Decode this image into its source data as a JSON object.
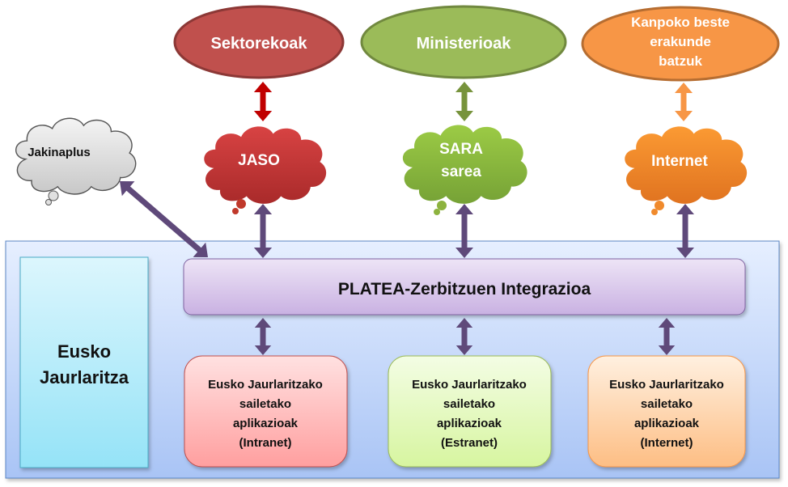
{
  "diagram": {
    "external_entities": [
      {
        "id": "sektorekoak",
        "lines": [
          "Sektorekoak"
        ],
        "fill": "#c0504d",
        "stroke": "#8c3836"
      },
      {
        "id": "ministerioak",
        "lines": [
          "Ministerioak"
        ],
        "fill": "#9bbb59",
        "stroke": "#71893f"
      },
      {
        "id": "kanpoko",
        "lines": [
          "Kanpoko beste",
          "erakunde",
          "batzuk"
        ],
        "fill": "#f79646",
        "stroke": "#b66d31"
      }
    ],
    "networks": [
      {
        "id": "jakinaplus",
        "lines": [
          "Jakinaplus"
        ],
        "fill": "#d9d9d9",
        "text_color": "#111111"
      },
      {
        "id": "jaso",
        "lines": [
          "JASO"
        ],
        "fill": "#c0392b",
        "text_color": "#ffffff"
      },
      {
        "id": "sara",
        "lines": [
          "SARA",
          "sarea"
        ],
        "fill": "#8db33f",
        "text_color": "#ffffff"
      },
      {
        "id": "internet",
        "lines": [
          "Internet"
        ],
        "fill": "#f08a2c",
        "text_color": "#ffffff"
      }
    ],
    "organization": {
      "lines": [
        "Eusko",
        "Jaurlaritza"
      ]
    },
    "integration_bus": {
      "label": "PLATEA-Zerbitzuen Integrazioa"
    },
    "applications": [
      {
        "id": "intranet",
        "lines": [
          "Eusko Jaurlaritzako",
          "sailetako",
          "aplikazioak",
          "(Intranet)"
        ]
      },
      {
        "id": "estranet",
        "lines": [
          "Eusko Jaurlaritzako",
          "sailetako",
          "aplikazioak",
          "(Estranet)"
        ]
      },
      {
        "id": "internet-apps",
        "lines": [
          "Eusko Jaurlaritzako",
          "sailetako",
          "aplikazioak",
          "(Internet)"
        ]
      }
    ],
    "colors": {
      "arrow_main": "#5f497a",
      "arrow_red": "#c00000",
      "arrow_green": "#77933c",
      "arrow_orange": "#f79646"
    }
  }
}
